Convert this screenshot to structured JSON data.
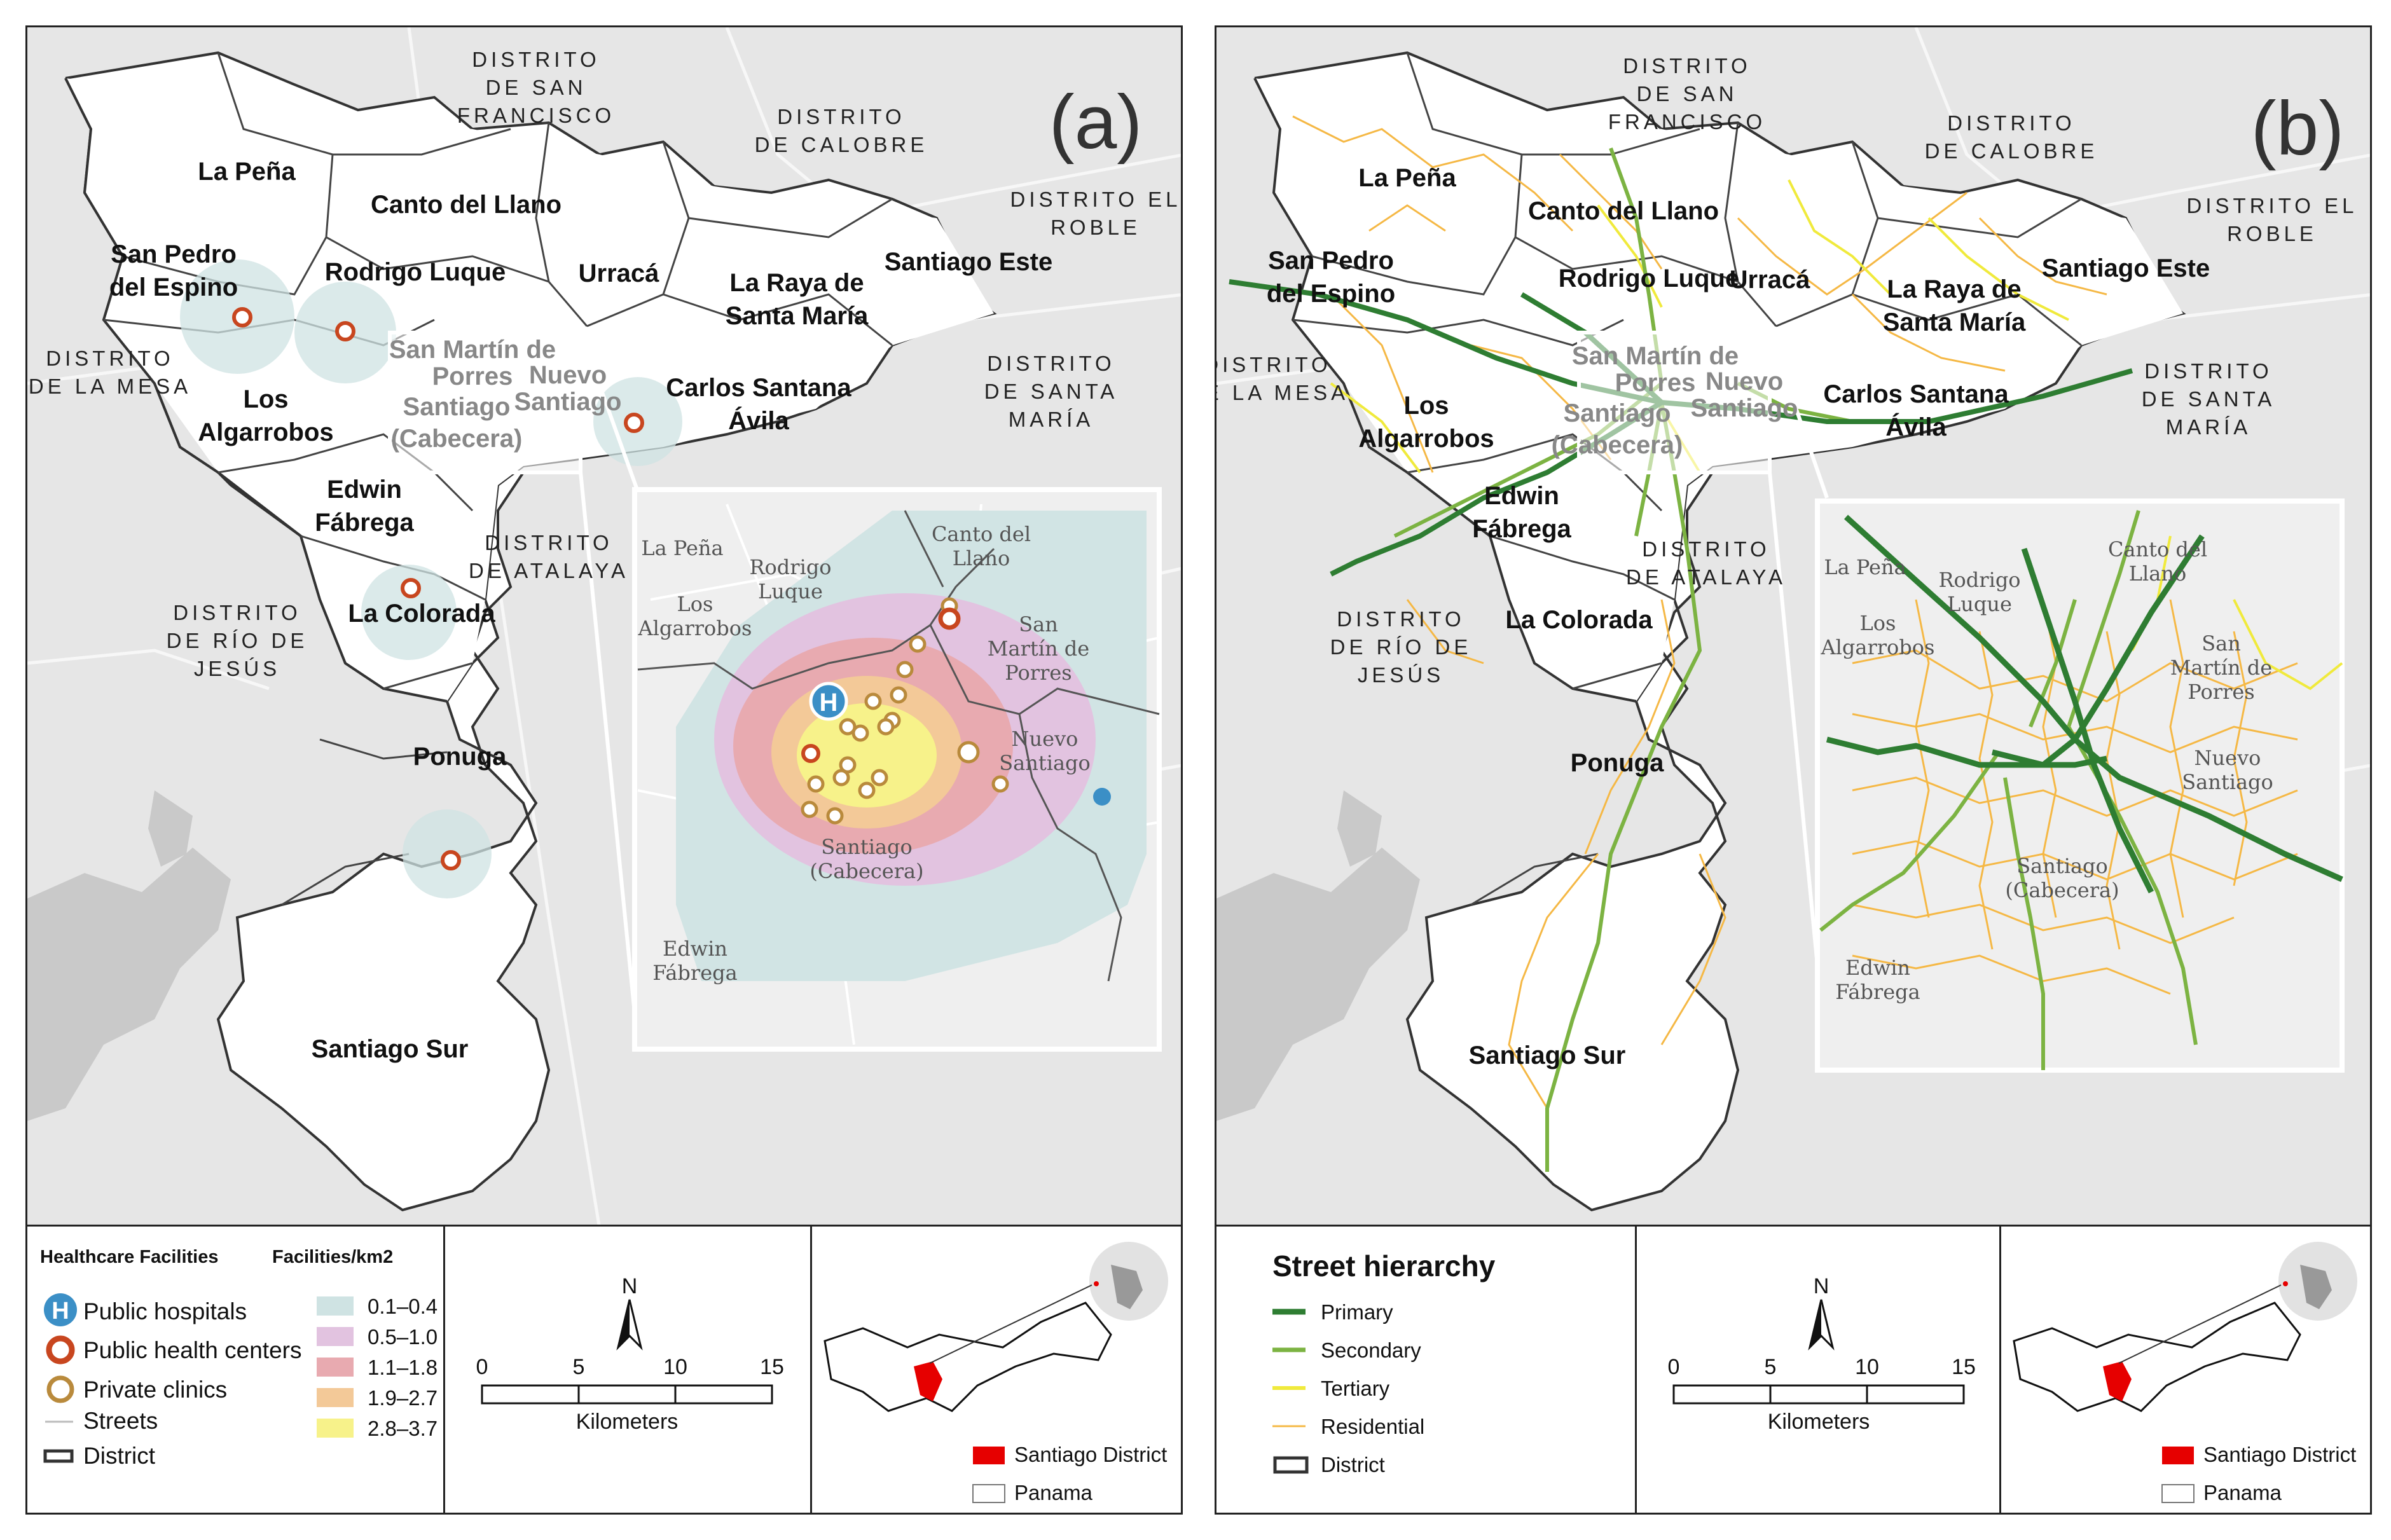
{
  "panels": {
    "a": {
      "letter": "(a)"
    },
    "b": {
      "letter": "(b)"
    }
  },
  "districts_outer": {
    "san_francisco": [
      "DISTRITO",
      "DE SAN",
      "FRANCISCO"
    ],
    "calobre": [
      "DISTRITO",
      "DE CALOBRE"
    ],
    "el_roble": [
      "DISTRITO EL",
      "ROBLE"
    ],
    "santa_maria": [
      "DISTRITO",
      "DE SANTA",
      "MARÍA"
    ],
    "la_mesa": [
      "DISTRITO",
      "DE LA MESA"
    ],
    "atalaya": [
      "DISTRITO",
      "DE ATALAYA"
    ],
    "rio_de_jesus": [
      "DISTRITO",
      "DE RÍO DE",
      "JESÚS"
    ]
  },
  "municipalities": {
    "la_pena": "La Peña",
    "canto_del_llano": "Canto del Llano",
    "san_pedro": [
      "San Pedro",
      "del Espino"
    ],
    "rodrigo_luque": "Rodrigo Luque",
    "urraca": "Urracá",
    "la_raya": [
      "La Raya de",
      "Santa María"
    ],
    "santiago_este": "Santiago Este",
    "los_algarrobos": [
      "Los",
      "Algarrobos"
    ],
    "carlos_santana": [
      "Carlos Santana",
      "Ávila"
    ],
    "san_martin": [
      "San Martín de",
      "Porres"
    ],
    "nuevo_santiago": [
      "Nuevo",
      "Santiago"
    ],
    "santiago_cabecera": [
      "Santiago",
      "(Cabecera)"
    ],
    "edwin_fabrega": [
      "Edwin",
      "Fábrega"
    ],
    "la_colorada": "La Colorada",
    "ponuga": "Ponuga",
    "santiago_sur": "Santiago Sur"
  },
  "inset_labels": {
    "la_pena": "La Peña",
    "rodrigo_luque": [
      "Rodrigo",
      "Luque"
    ],
    "canto_del_llano": [
      "Canto del",
      "Llano"
    ],
    "los_algarrobos": [
      "Los",
      "Algarrobos"
    ],
    "san_martin": [
      "San",
      "Martín de",
      "Porres"
    ],
    "nuevo_santiago": [
      "Nuevo",
      "Santiago"
    ],
    "santiago_cabecera": [
      "Santiago",
      "(Cabecera)"
    ],
    "edwin_fabrega": [
      "Edwin",
      "Fábrega"
    ]
  },
  "legend_a": {
    "facilities_title": "Healthcare Facilities",
    "density_title": "Facilities/km2",
    "items": [
      "Public hospitals",
      "Public health centers",
      "Private clinics",
      "Streets",
      "District"
    ],
    "density_classes": [
      {
        "label": "0.1–0.4",
        "color": "#cfe3e3"
      },
      {
        "label": "0.5–1.0",
        "color": "#e2c3e0"
      },
      {
        "label": "1.1–1.8",
        "color": "#e8aab0"
      },
      {
        "label": "1.9–2.7",
        "color": "#f3c998"
      },
      {
        "label": "2.8–3.7",
        "color": "#f7f28a"
      }
    ]
  },
  "legend_b": {
    "title": "Street hierarchy",
    "items": [
      {
        "label": "Primary",
        "color": "#2e7d32"
      },
      {
        "label": "Secondary",
        "color": "#7cb342"
      },
      {
        "label": "Tertiary",
        "color": "#f0ea3c"
      },
      {
        "label": "Residential",
        "color": "#f5b845"
      },
      {
        "label": "District",
        "color": "#555555"
      }
    ]
  },
  "scale_bar": {
    "north": "N",
    "ticks": [
      "0",
      "5",
      "10",
      "15"
    ],
    "unit": "Kilometers"
  },
  "locator": {
    "items": [
      {
        "label": "Santiago District",
        "color": "#e60000"
      },
      {
        "label": "Panama",
        "color": "#ffffff"
      }
    ]
  },
  "colors": {
    "land": "#e6e6e6",
    "water": "#c9c9c9",
    "hospital": "#3b8fc6",
    "health_center": "#c8461f",
    "clinic": "#b98a3c"
  }
}
